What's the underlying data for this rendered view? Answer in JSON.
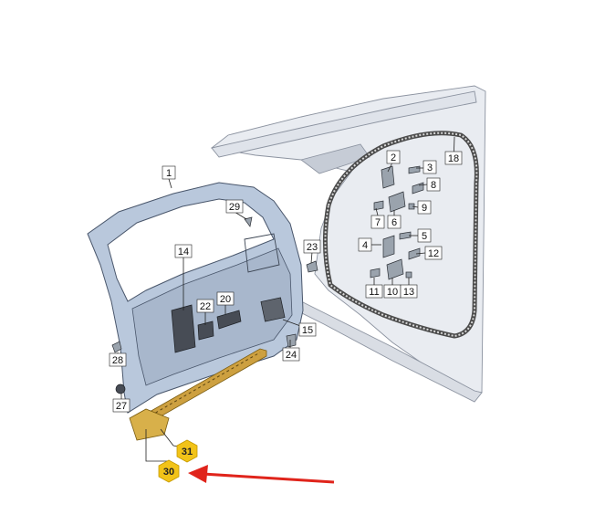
{
  "labels": {
    "l1": "1",
    "l2": "2",
    "l3": "3",
    "l4": "4",
    "l5": "5",
    "l6": "6",
    "l7": "7",
    "l8": "8",
    "l9": "9",
    "l10": "10",
    "l11": "11",
    "l12": "12",
    "l13": "13",
    "l14": "14",
    "l15": "15",
    "l18": "18",
    "l20": "20",
    "l22": "22",
    "l23": "23",
    "l24": "24",
    "l27": "27",
    "l28": "28",
    "l29": "29"
  },
  "highlighted": {
    "l30": "30",
    "l31": "31"
  },
  "colors": {
    "highlight": "#f2c318",
    "arrow": "#e0241b",
    "door": "#b9c8dc",
    "body": "#e9ecf1"
  }
}
